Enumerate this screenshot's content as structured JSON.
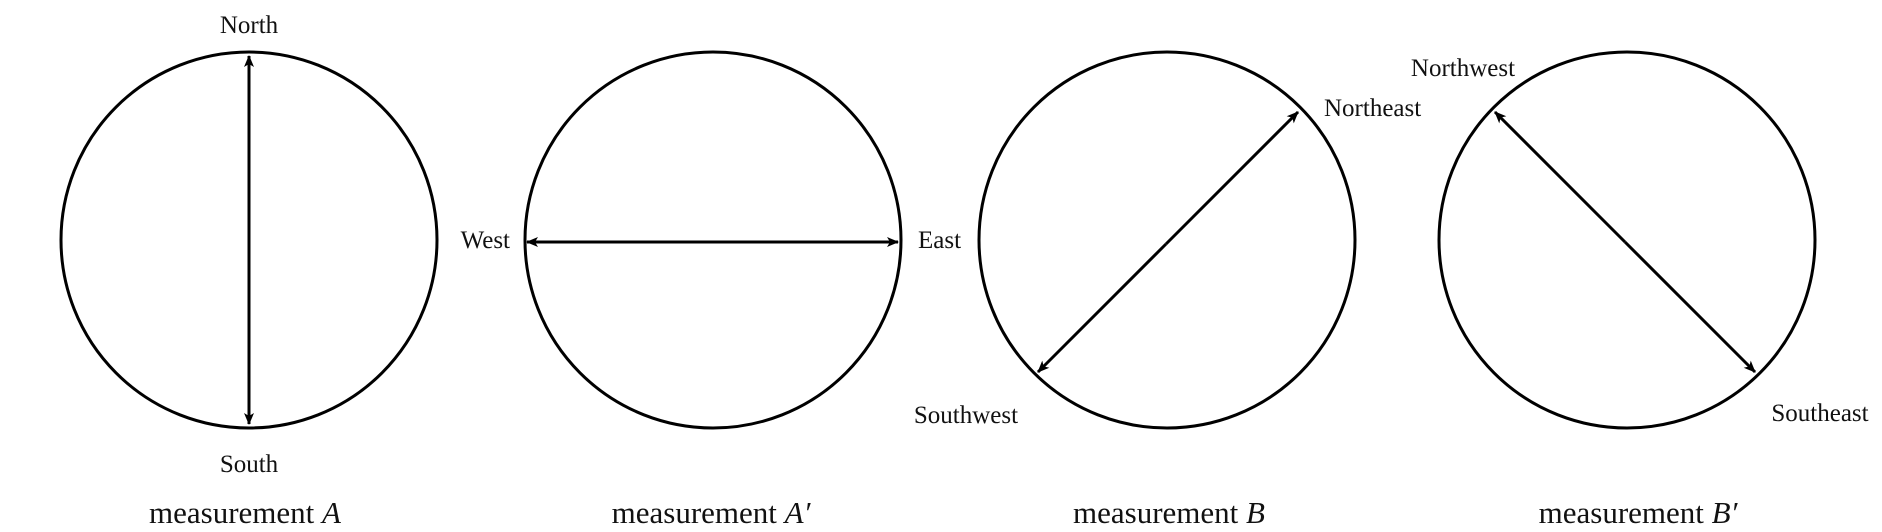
{
  "diagram": {
    "stroke_color": "#000000",
    "text_color": "#111111",
    "background": "#ffffff",
    "panels": [
      {
        "caption": {
          "prefix": "measurement ",
          "variable": "A"
        },
        "directions": [
          "North",
          "South"
        ]
      },
      {
        "caption": {
          "prefix": "measurement ",
          "variable": "A′"
        },
        "directions": [
          "West",
          "East"
        ]
      },
      {
        "caption": {
          "prefix": "measurement ",
          "variable": "B"
        },
        "directions": [
          "Northeast",
          "Southwest"
        ]
      },
      {
        "caption": {
          "prefix": "measurement ",
          "variable": "B′"
        },
        "directions": [
          "Northwest",
          "Southeast"
        ]
      }
    ]
  }
}
